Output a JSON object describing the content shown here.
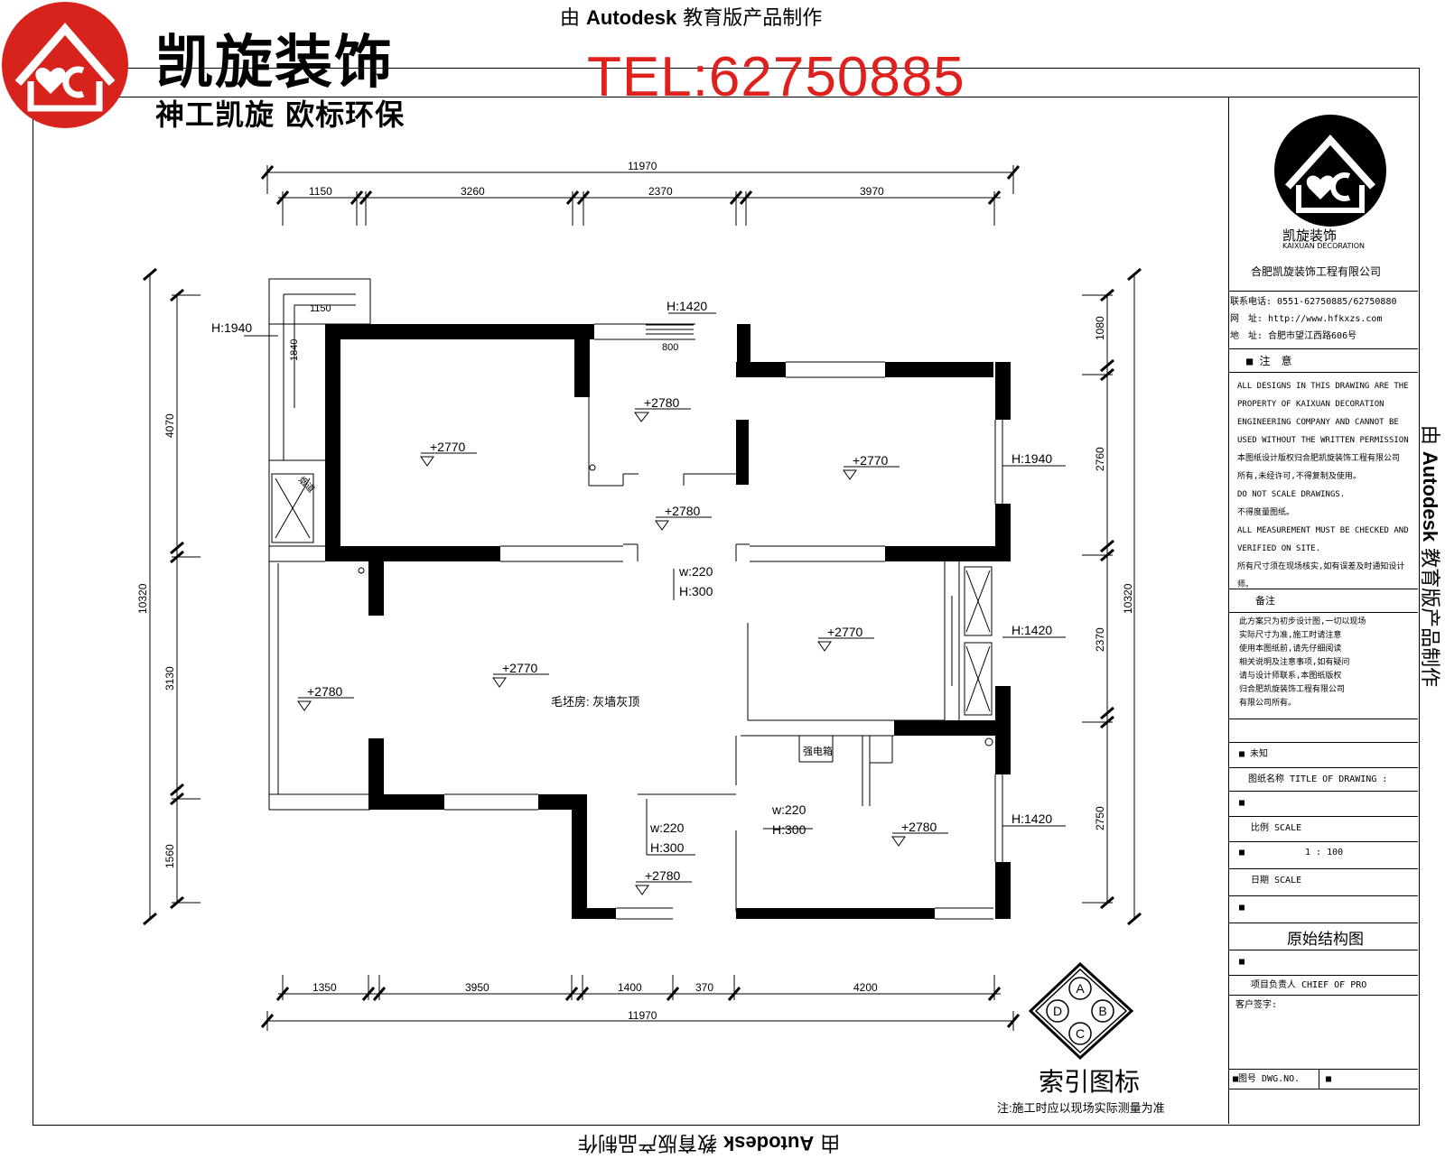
{
  "watermark": {
    "text_pre": "由 ",
    "brand": "Autodesk",
    "text_post": " 教育版产品制作"
  },
  "company": {
    "name": "凯旋装饰",
    "slogan": "神工凯旋 欧标环保",
    "tel": "TEL:62750885",
    "full_name": "合肥凯旋装饰工程有限公司",
    "logo_caption_cn": "凯旋装饰",
    "logo_caption_en": "KAIXUAN DECORATION"
  },
  "panel": {
    "contact_lines": [
      "联系电话: 0551-62750885/62750880",
      "网　址: http://www.hfkxzs.com",
      "地　址: 合肥市望江西路606号"
    ],
    "notice_title": "■ 注　意",
    "notice_lines": [
      "ALL DESIGNS IN THIS DRAWING ARE THE",
      "PROPERTY OF KAIXUAN DECORATION",
      "ENGINEERING COMPANY AND CANNOT BE",
      "USED WITHOUT THE WRITTEN PERMISSION",
      "本图纸设计版权归合肥凯旋装饰工程有限公司",
      "所有,未经许可,不得复制及使用。",
      "DO NOT SCALE DRAWINGS.",
      "不得度量图纸。",
      "ALL MEASUREMENT MUST BE CHECKED AND",
      "VERIFIED ON SITE.",
      "所有尺寸须在现场核实,如有误差及时通知设计师。"
    ],
    "remark_title": "备注",
    "remark_lines": [
      "此方案只为初步设计图,一切以现场",
      "实际尺寸为准,施工时请注意",
      "使用本图纸前,请先仔细阅读",
      "相关说明及注意事项,如有疑问",
      "请与设计师联系,本图纸版权",
      "归合肥凯旋装饰工程有限公司",
      "有限公司所有。"
    ],
    "phase_label": "■ 未知",
    "drawing_title_label": "图纸名称 TITLE OF DRAWING :",
    "ratio_label": "比例 SCALE",
    "ratio_value": "1 : 100",
    "date_label": "日期 SCALE",
    "drawing_name": "原始结构图",
    "leader_label": "项目负责人 CHIEF OF PRO",
    "client_label": "客户签字:",
    "drawing_no_label": "■图号 DWG.NO.",
    "mark": "■"
  },
  "plan": {
    "dims_top_total": "11970",
    "dims_top": [
      "1150",
      "3260",
      "2370",
      "3970"
    ],
    "dims_bottom": [
      "1350",
      "3950",
      "1400",
      "370",
      "4200"
    ],
    "dims_bottom_total": "11970",
    "dims_left": [
      "4070",
      "3130",
      "1560"
    ],
    "dims_left_total": "10320",
    "dims_right": [
      "1080",
      "2760",
      "2370",
      "2750"
    ],
    "dims_right_total": "10320",
    "labels": {
      "h1940_left": "H:1940",
      "w1150": "1150",
      "h1840": "1840",
      "h1420_top": "H:1420",
      "w800": "800",
      "h1940_right": "H:1940",
      "h1420_r1": "H:1420",
      "h1420_r2": "H:1420",
      "w220_a": "w:220",
      "h300_a": "H:300",
      "w220_b": "w:220",
      "h300_b": "H:300",
      "w220_c": "w:220",
      "h300_c": "H:300",
      "living_note": "毛坯房: 灰墙灰顶",
      "weak_box": "强电箱",
      "shaft": "烟道"
    },
    "elevations": [
      {
        "id": "kitchen",
        "value": "+2780"
      },
      {
        "id": "bed_nw",
        "value": "+2770"
      },
      {
        "id": "bed_ne",
        "value": "+2770"
      },
      {
        "id": "hall",
        "value": "+2780"
      },
      {
        "id": "bed_e",
        "value": "+2770"
      },
      {
        "id": "living",
        "value": "+2770"
      },
      {
        "id": "balcony",
        "value": "+2780"
      },
      {
        "id": "bed_se",
        "value": "+2780"
      },
      {
        "id": "entry",
        "value": "+2780"
      }
    ]
  },
  "legend": {
    "title": "索引图标",
    "letters": [
      "A",
      "B",
      "C",
      "D"
    ],
    "note": "注:施工时应以现场实际测量为准"
  }
}
